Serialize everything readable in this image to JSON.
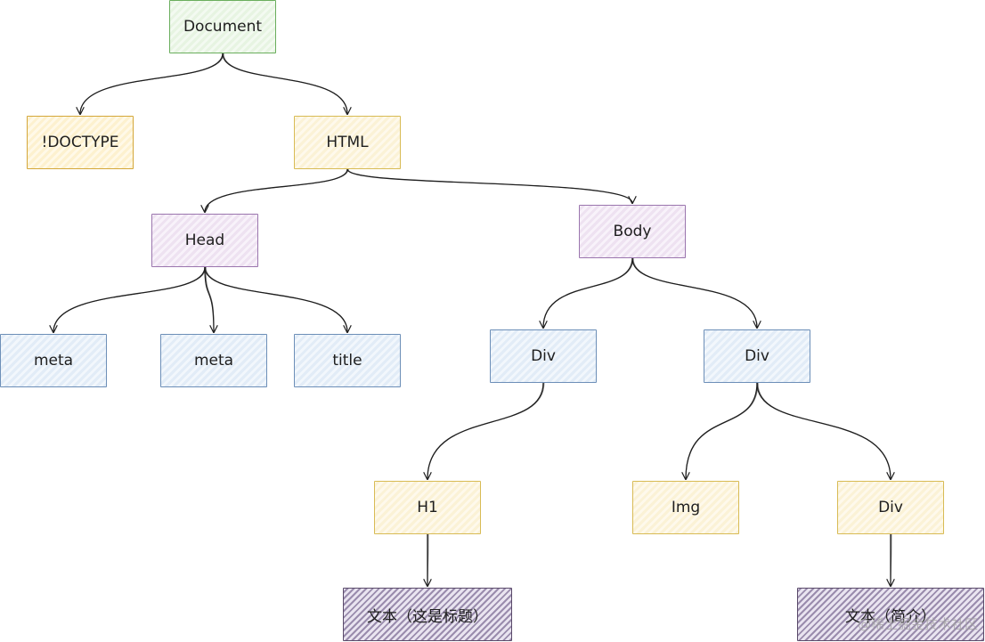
{
  "nodes": {
    "document": "Document",
    "doctype": "!DOCTYPE",
    "html": "HTML",
    "head": "Head",
    "body": "Body",
    "meta1": "meta",
    "meta2": "meta",
    "title": "title",
    "div_left": "Div",
    "div_right": "Div",
    "h1": "H1",
    "img": "Img",
    "div_inner": "Div",
    "text_title": "文本（这是标题）",
    "text_intro": "文本（简介）"
  },
  "edges": [
    [
      "document",
      "doctype"
    ],
    [
      "document",
      "html"
    ],
    [
      "html",
      "head"
    ],
    [
      "html",
      "body"
    ],
    [
      "head",
      "meta1"
    ],
    [
      "head",
      "meta2"
    ],
    [
      "head",
      "title"
    ],
    [
      "body",
      "div_left"
    ],
    [
      "body",
      "div_right"
    ],
    [
      "div_left",
      "h1"
    ],
    [
      "div_right",
      "img"
    ],
    [
      "div_right",
      "div_inner"
    ],
    [
      "h1",
      "text_title"
    ],
    [
      "div_inner",
      "text_intro"
    ]
  ],
  "colors": {
    "document": "#6aae5d",
    "doctype": "#d4a73a",
    "html": "#d8bb55",
    "head": "#9b76ae",
    "body": "#9b76ae",
    "leaf_blue": "#6d8fb8",
    "leaf_yellow": "#d8bb55",
    "text_node": "#5a4a6a"
  },
  "watermark": "@稀土掘金技术社区"
}
